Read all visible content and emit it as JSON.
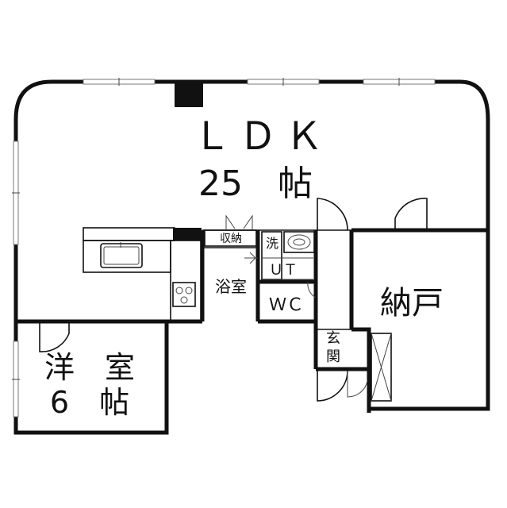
{
  "rooms": {
    "ldk": {
      "name": "ＬＤＫ",
      "size": "25　帖"
    },
    "western": {
      "name": "洋　室",
      "size": "6　帖"
    },
    "storage": {
      "name": "納戸"
    },
    "bath": {
      "name": "浴室"
    },
    "wc": {
      "name": "ＷＣ"
    },
    "entrance": {
      "name_line1": "玄",
      "name_line2": "関"
    },
    "closet": {
      "name": "収納"
    },
    "washer": {
      "name_line1": "洗",
      "name_line2": "ＵＴ"
    }
  }
}
